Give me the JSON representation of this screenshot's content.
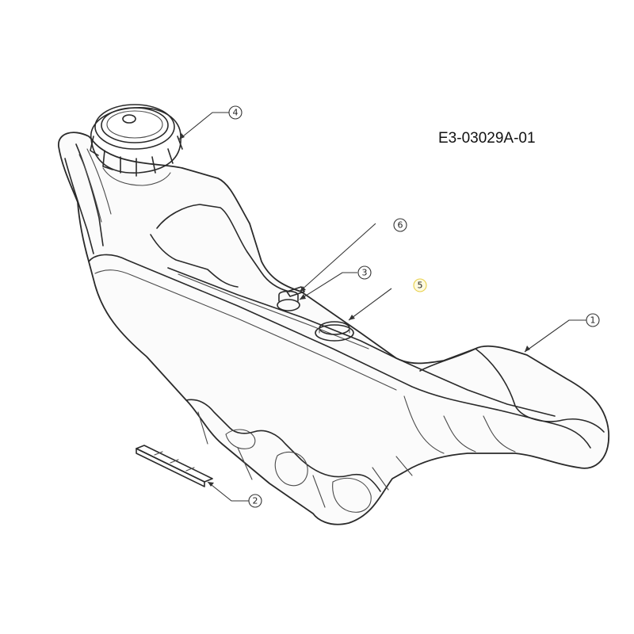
{
  "drawing": {
    "code": "E3-03029A-01"
  },
  "callouts": [
    {
      "id": "callout-1",
      "label": "1"
    },
    {
      "id": "callout-2",
      "label": "2"
    },
    {
      "id": "callout-3",
      "label": "3"
    },
    {
      "id": "callout-4",
      "label": "4"
    },
    {
      "id": "callout-5",
      "label": "5",
      "highlight_color": "#e8d04a"
    },
    {
      "id": "callout-6",
      "label": "6"
    }
  ]
}
